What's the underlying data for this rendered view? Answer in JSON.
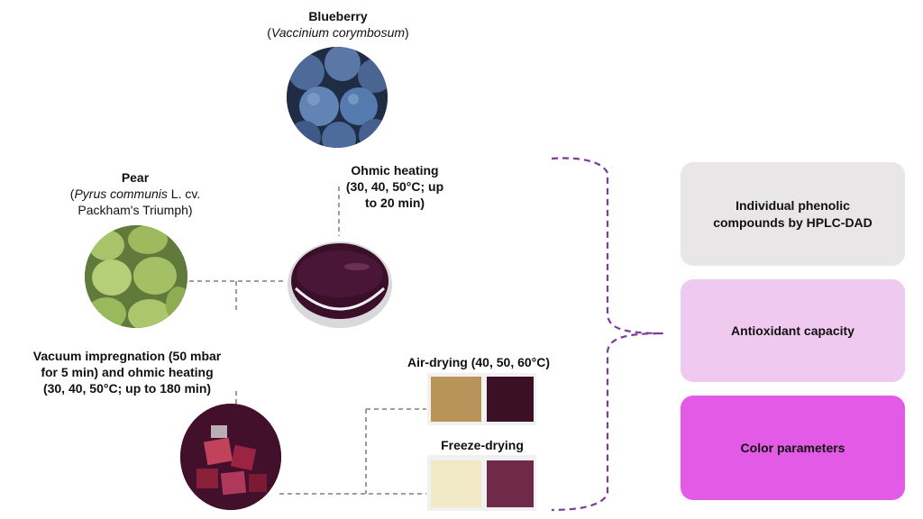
{
  "blueberry": {
    "name": "Blueberry",
    "scientific": "Vaccinium corymbosum"
  },
  "pear": {
    "name": "Pear",
    "scientific": "Pyrus communis",
    "cultivar_suffix": " L. cv.",
    "cultivar": "Packham's Triumph)"
  },
  "ohmic": {
    "line1": "Ohmic heating",
    "line2": "(30, 40, 50°C; up",
    "line3": "to 20 min)"
  },
  "vacuum": {
    "line1": "Vacuum impregnation (50 mbar",
    "line2": "for 5 min) and ohmic heating",
    "line3": "(30, 40, 50°C; up to 180 min)"
  },
  "air_drying": {
    "label": "Air-drying (40, 50, 60°C)"
  },
  "freeze_drying": {
    "label": "Freeze-drying"
  },
  "outputs": [
    {
      "line1": "Individual phenolic",
      "line2": "compounds by HPLC-DAD",
      "color": "#e8e6e7"
    },
    {
      "line1": "Antioxidant capacity",
      "line2": "",
      "color": "#f0c9f1"
    },
    {
      "line1": "Color parameters",
      "line2": "",
      "color": "#e35ae6"
    }
  ],
  "colors": {
    "bracket": "#7a3b9a",
    "connector": "#666666"
  }
}
